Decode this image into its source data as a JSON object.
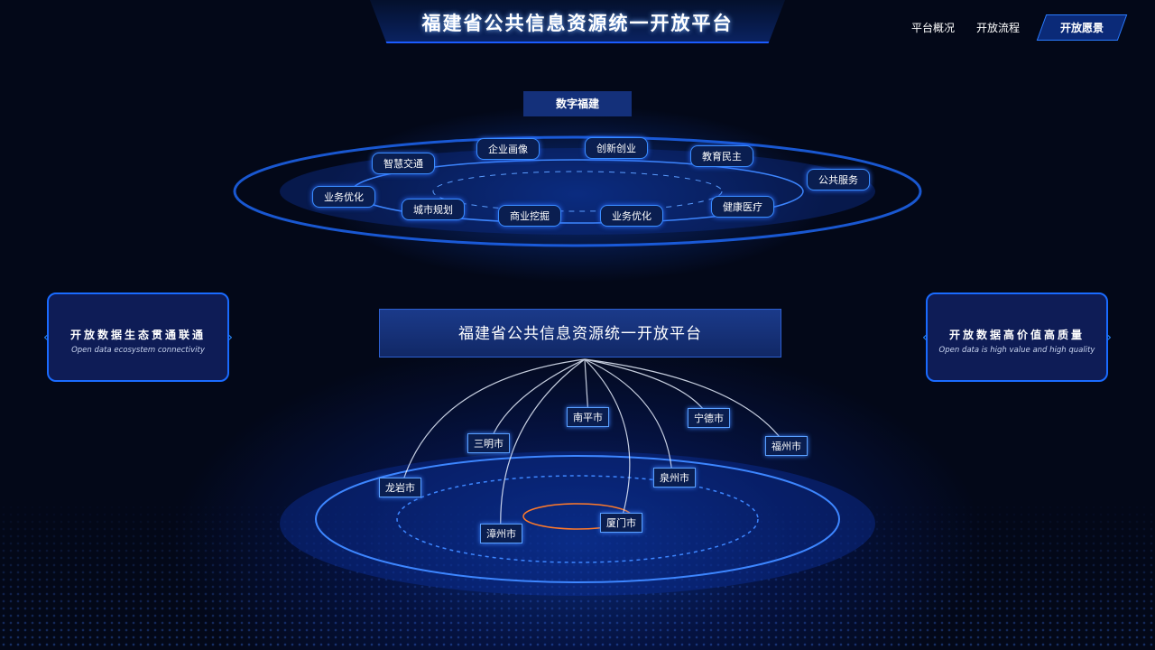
{
  "header": {
    "title": "福建省公共信息资源统一开放平台",
    "nav": [
      {
        "label": "平台概况",
        "active": false
      },
      {
        "label": "开放流程",
        "active": false
      },
      {
        "label": "开放愿景",
        "active": true
      }
    ]
  },
  "ring": {
    "title": "数字福建",
    "tags": [
      "业务优化",
      "智慧交通",
      "企业画像",
      "创新创业",
      "教育民主",
      "公共服务",
      "城市规划",
      "商业挖掘",
      "业务优化",
      "健康医疗"
    ]
  },
  "platform": {
    "label": "福建省公共信息资源统一开放平台"
  },
  "left_card": {
    "title": "开放数据生态贯通联通",
    "subtitle": "Open data ecosystem connectivity"
  },
  "right_card": {
    "title": "开放数据高价值高质量",
    "subtitle": "Open data is high value and high quality"
  },
  "cities": [
    "南平市",
    "三明市",
    "宁德市",
    "福州市",
    "龙岩市",
    "泉州市",
    "漳州市",
    "厦门市"
  ],
  "colors": {
    "accent": "#1a6bff",
    "background": "#030818"
  }
}
